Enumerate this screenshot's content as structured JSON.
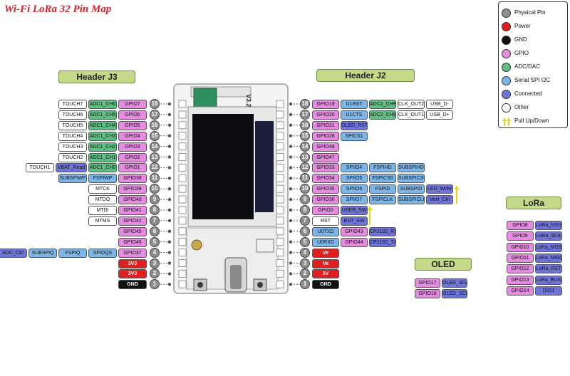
{
  "title": "Wi-Fi LoRa 32 Pin Map",
  "colors": {
    "physical": "#8e8e8e",
    "power": "#e02020",
    "gnd": "#111111",
    "gpio": "#e58be0",
    "adc": "#5fbf84",
    "spi": "#7cb6e8",
    "connected": "#6f74d8",
    "other": "#ffffff"
  },
  "legend": [
    {
      "label": "Physical Pin",
      "kind": "physical"
    },
    {
      "label": "Power",
      "kind": "power"
    },
    {
      "label": "GND",
      "kind": "gnd"
    },
    {
      "label": "GPIO",
      "kind": "gpio"
    },
    {
      "label": "ADC/DAC",
      "kind": "adc"
    },
    {
      "label": "Serial SPI I2C",
      "kind": "spi"
    },
    {
      "label": "Connected",
      "kind": "connected"
    },
    {
      "label": "Other",
      "kind": "other"
    },
    {
      "label": "Pull Up/Down",
      "kind": "pull"
    }
  ],
  "board": {
    "logo_text": "V3.2"
  },
  "j3": {
    "title": "Header J3",
    "pins": [
      {
        "num": "18",
        "labels": [
          {
            "t": "GPIO7",
            "k": "gpio"
          },
          {
            "t": "ADC1_CH6",
            "k": "adc"
          },
          {
            "t": "TOUCH7",
            "k": "other"
          }
        ]
      },
      {
        "num": "17",
        "labels": [
          {
            "t": "GPIO6",
            "k": "gpio"
          },
          {
            "t": "ADC1_CH5",
            "k": "adc"
          },
          {
            "t": "TOUCH6",
            "k": "other"
          }
        ]
      },
      {
        "num": "16",
        "labels": [
          {
            "t": "GPIO5",
            "k": "gpio"
          },
          {
            "t": "ADC1_CH4",
            "k": "adc"
          },
          {
            "t": "TOUCH5",
            "k": "other"
          }
        ]
      },
      {
        "num": "15",
        "labels": [
          {
            "t": "GPIO4",
            "k": "gpio"
          },
          {
            "t": "ADC1_CH3",
            "k": "adc"
          },
          {
            "t": "TOUCH4",
            "k": "other"
          }
        ]
      },
      {
        "num": "14",
        "labels": [
          {
            "t": "GPIO3",
            "k": "gpio"
          },
          {
            "t": "ADC1_CH2",
            "k": "adc"
          },
          {
            "t": "TOUCH3",
            "k": "other"
          }
        ]
      },
      {
        "num": "13",
        "labels": [
          {
            "t": "GPIO2",
            "k": "gpio"
          },
          {
            "t": "ADC1_CH1",
            "k": "adc"
          },
          {
            "t": "TOUCH2",
            "k": "other"
          }
        ]
      },
      {
        "num": "12",
        "labels": [
          {
            "t": "GPIO1",
            "k": "gpio"
          },
          {
            "t": "ADC1_CH0",
            "k": "adc"
          },
          {
            "t": "VBAT_Read",
            "k": "connected"
          },
          {
            "t": "TOUCH1",
            "k": "other"
          }
        ]
      },
      {
        "num": "11",
        "labels": [
          {
            "t": "GPIO38",
            "k": "gpio"
          },
          {
            "t": "FSPIWP",
            "k": "spi"
          },
          {
            "t": "SUBSPIWP",
            "k": "spi"
          }
        ]
      },
      {
        "num": "10",
        "labels": [
          {
            "t": "GPIO39",
            "k": "gpio"
          },
          {
            "t": "MTCK",
            "k": "other"
          }
        ]
      },
      {
        "num": "9",
        "labels": [
          {
            "t": "GPIO40",
            "k": "gpio"
          },
          {
            "t": "MTDO",
            "k": "other"
          }
        ]
      },
      {
        "num": "8",
        "labels": [
          {
            "t": "GPIO41",
            "k": "gpio"
          },
          {
            "t": "MTDI",
            "k": "other"
          }
        ]
      },
      {
        "num": "7",
        "labels": [
          {
            "t": "GPIO42",
            "k": "gpio"
          },
          {
            "t": "MTMS",
            "k": "other"
          }
        ]
      },
      {
        "num": "6",
        "labels": [
          {
            "t": "GPIO45",
            "k": "gpio"
          }
        ]
      },
      {
        "num": "5",
        "labels": [
          {
            "t": "GPIO46",
            "k": "gpio"
          }
        ]
      },
      {
        "num": "4",
        "labels": [
          {
            "t": "GPIO37",
            "k": "gpio"
          },
          {
            "t": "SPIDQS",
            "k": "spi"
          },
          {
            "t": "FSPIQ",
            "k": "spi"
          },
          {
            "t": "SUBSPIQ",
            "k": "spi"
          },
          {
            "t": "ADC_Ctrl",
            "k": "connected"
          }
        ]
      },
      {
        "num": "3",
        "labels": [
          {
            "t": "3V3",
            "k": "power"
          }
        ]
      },
      {
        "num": "2",
        "labels": [
          {
            "t": "3V3",
            "k": "power"
          }
        ]
      },
      {
        "num": "1",
        "labels": [
          {
            "t": "GND",
            "k": "gnd"
          }
        ]
      }
    ]
  },
  "j2": {
    "title": "Header J2",
    "pins": [
      {
        "num": "18",
        "labels": [
          {
            "t": "GPIO19",
            "k": "gpio"
          },
          {
            "t": "U1RST",
            "k": "spi"
          },
          {
            "t": "ADC2_CH9",
            "k": "adc"
          },
          {
            "t": "CLK_OUT2",
            "k": "other"
          },
          {
            "t": "USB_D-",
            "k": "other"
          }
        ]
      },
      {
        "num": "17",
        "labels": [
          {
            "t": "GPIO20",
            "k": "gpio"
          },
          {
            "t": "U1CTS",
            "k": "spi"
          },
          {
            "t": "ADC2_CH9",
            "k": "adc"
          },
          {
            "t": "CLK_OUT1",
            "k": "other"
          },
          {
            "t": "USB_D+",
            "k": "other"
          }
        ]
      },
      {
        "num": "16",
        "labels": [
          {
            "t": "GPIO21",
            "k": "gpio"
          },
          {
            "t": "OLED_RST",
            "k": "connected"
          }
        ]
      },
      {
        "num": "15",
        "labels": [
          {
            "t": "GPIO26",
            "k": "gpio"
          },
          {
            "t": "SPICS1",
            "k": "spi"
          }
        ]
      },
      {
        "num": "14",
        "labels": [
          {
            "t": "GPIO48",
            "k": "gpio"
          }
        ]
      },
      {
        "num": "13",
        "labels": [
          {
            "t": "GPIO47",
            "k": "gpio"
          }
        ]
      },
      {
        "num": "12",
        "labels": [
          {
            "t": "GPIO33",
            "k": "gpio"
          },
          {
            "t": "SPIIO4",
            "k": "spi"
          },
          {
            "t": "FSPIHD",
            "k": "spi"
          },
          {
            "t": "SUBSPIHD",
            "k": "spi"
          }
        ]
      },
      {
        "num": "11",
        "labels": [
          {
            "t": "GPIO34",
            "k": "gpio"
          },
          {
            "t": "SPIIO5",
            "k": "spi"
          },
          {
            "t": "FSPICS0",
            "k": "spi"
          },
          {
            "t": "SUBSPICS0",
            "k": "spi"
          }
        ]
      },
      {
        "num": "10",
        "labels": [
          {
            "t": "GPIO35",
            "k": "gpio"
          },
          {
            "t": "SPIIO6",
            "k": "spi"
          },
          {
            "t": "FSPID",
            "k": "spi"
          },
          {
            "t": "SUBSPID",
            "k": "spi"
          },
          {
            "t": "LED_Write",
            "k": "connected"
          }
        ]
      },
      {
        "num": "9",
        "labels": [
          {
            "t": "GPIO36",
            "k": "gpio"
          },
          {
            "t": "SPIIO7",
            "k": "spi"
          },
          {
            "t": "FSPICLK",
            "k": "spi"
          },
          {
            "t": "SUBSPICLK",
            "k": "spi"
          },
          {
            "t": "Vext_Ctrl",
            "k": "connected"
          }
        ]
      },
      {
        "num": "8",
        "labels": [
          {
            "t": "GPIO0",
            "k": "gpio"
          },
          {
            "t": "USER_SW",
            "k": "connected"
          }
        ]
      },
      {
        "num": "7",
        "labels": [
          {
            "t": "RST",
            "k": "other"
          },
          {
            "t": "RST_SW",
            "k": "connected"
          }
        ]
      },
      {
        "num": "6",
        "labels": [
          {
            "t": "U0TXD",
            "k": "spi"
          },
          {
            "t": "GPIO43",
            "k": "gpio"
          },
          {
            "t": "CP2102_RX",
            "k": "connected"
          }
        ]
      },
      {
        "num": "5",
        "labels": [
          {
            "t": "U0RXD",
            "k": "spi"
          },
          {
            "t": "GPIO44",
            "k": "gpio"
          },
          {
            "t": "CP2102_TX",
            "k": "connected"
          }
        ]
      },
      {
        "num": "4",
        "labels": [
          {
            "t": "Ve",
            "k": "power"
          }
        ]
      },
      {
        "num": "3",
        "labels": [
          {
            "t": "Ve",
            "k": "power"
          }
        ]
      },
      {
        "num": "2",
        "labels": [
          {
            "t": "5V",
            "k": "power"
          }
        ]
      },
      {
        "num": "1",
        "labels": [
          {
            "t": "GND",
            "k": "gnd"
          }
        ]
      }
    ]
  },
  "oled": {
    "title": "OLED",
    "rows": [
      [
        {
          "t": "GPIO17",
          "k": "gpio"
        },
        {
          "t": "OLED_SDA",
          "k": "connected"
        }
      ],
      [
        {
          "t": "GPIO18",
          "k": "gpio"
        },
        {
          "t": "OLED_SCL",
          "k": "connected"
        }
      ]
    ]
  },
  "lora": {
    "title": "LoRa",
    "rows": [
      [
        {
          "t": "GPIO8",
          "k": "gpio"
        },
        {
          "t": "LoRa_NSS",
          "k": "connected"
        }
      ],
      [
        {
          "t": "GPIO9",
          "k": "gpio"
        },
        {
          "t": "LoRa_SCK",
          "k": "connected"
        }
      ],
      [
        {
          "t": "GPIO10",
          "k": "gpio"
        },
        {
          "t": "LoRa_MOSI",
          "k": "connected"
        }
      ],
      [
        {
          "t": "GPIO11",
          "k": "gpio"
        },
        {
          "t": "LoRa_MISO",
          "k": "connected"
        }
      ],
      [
        {
          "t": "GPIO12",
          "k": "gpio"
        },
        {
          "t": "LoRa_RST",
          "k": "connected"
        }
      ],
      [
        {
          "t": "GPIO13",
          "k": "gpio"
        },
        {
          "t": "LoRa_BUSY",
          "k": "connected"
        }
      ],
      [
        {
          "t": "GPIO14",
          "k": "gpio"
        },
        {
          "t": "DIO1",
          "k": "connected"
        }
      ]
    ]
  }
}
